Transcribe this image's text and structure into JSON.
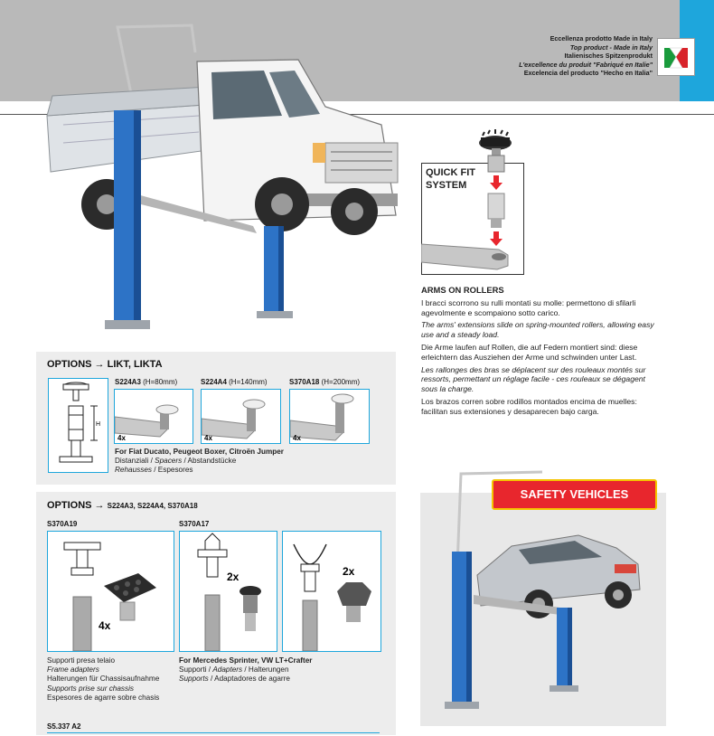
{
  "header": {
    "excellence_lines": [
      "Eccellenza prodotto Made in Italy",
      "Top product - Made in Italy",
      "Italienisches Spitzenprodukt",
      "L'excellence du produit \"Fabriqué en Italie\"",
      "Excelencia del producto \"Hecho en Italia\""
    ]
  },
  "quick_fit": {
    "title_line1": "QUICK FIT",
    "title_line2": "SYSTEM"
  },
  "arms": {
    "title": "ARMS ON ROLLERS",
    "it": "I bracci scorrono su rulli montati su molle: permettono di sfilarli agevolmente e scompaiono sotto carico.",
    "en": "The arms' extensions slide on spring-mounted rollers, allowing easy use and a steady load.",
    "de": "Die Arme laufen auf Rollen, die auf Federn montiert sind: diese erleichtern das Ausziehen der Arme und schwinden unter Last.",
    "fr": "Les rallonges des bras se déplacent sur des rouleaux montés sur ressorts, permettant un réglage facile - ces rouleaux se dégagent sous la charge.",
    "es": "Los brazos corren sobre rodillos montados encima de muelles: facilitan sus extensiones y desaparecen bajo carga."
  },
  "options1": {
    "title": "OPTIONS → LIKT, LIKTA",
    "items": [
      {
        "code": "S224A3",
        "size": " (H=80mm)",
        "qty": "4x"
      },
      {
        "code": "S224A4",
        "size": " (H=140mm)",
        "qty": "4x"
      },
      {
        "code": "S370A18",
        "size": " (H=200mm)",
        "qty": "4x"
      }
    ],
    "dim_label": "H",
    "caption_bold": "For Fiat Ducato, Peugeot Boxer, Citroën Jumper",
    "caption_line2_a": "Distanziali / ",
    "caption_line2_b": "Spacers",
    "caption_line2_c": " / Abstandstücke",
    "caption_line3_a": "Rehausses",
    "caption_line3_b": " / Espesores"
  },
  "options2": {
    "title_main": "OPTIONS → ",
    "title_small": "S224A3, S224A4, S370A18",
    "item1_code": "S370A19",
    "item1_qty": "4x",
    "item2_code": "S370A17",
    "item2_qty_a": "2x",
    "item2_qty_b": "2x",
    "cap1": [
      "Supporti presa telaio",
      "Frame adapters",
      "Halterungen für Chassisaufnahme",
      "Supports prise sur chassis",
      "Espesores de agarre sobre chasis"
    ],
    "cap2_bold": "For Mercedes Sprinter, VW LT+Crafter",
    "cap2_l2_a": "Supporti / ",
    "cap2_l2_b": "Adapters",
    "cap2_l2_c": " / Halterungen",
    "cap2_l3_a": "Supports",
    "cap2_l3_b": " / Adaptadores de agarre",
    "bottom_code": "S5.337 A2"
  },
  "safety": {
    "badge": "SAFETY VEHICLES"
  },
  "colors": {
    "accent_blue": "#1ea6dc",
    "banner_gray": "#b9b9b9",
    "badge_red": "#e8262d",
    "badge_border": "#f5c400"
  }
}
